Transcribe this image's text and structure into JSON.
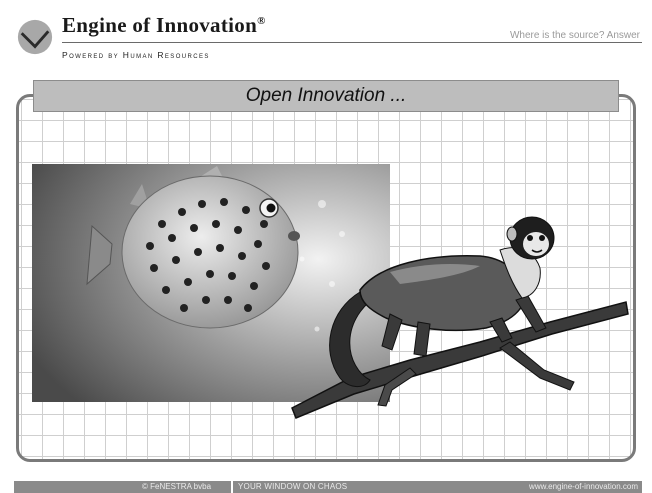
{
  "header": {
    "brand": "Engine of Innovation",
    "brand_mark": "®",
    "tagline": "Where is the source? Answer",
    "powered_by": "Powered by Human Resources"
  },
  "slide": {
    "title": "Open Innovation ..."
  },
  "images": {
    "photo": "pufferfish-photo",
    "clipart": "monkey-on-branch-clipart"
  },
  "footer": {
    "copyright": "© FeNESTRA bvba",
    "motto": "YOUR WINDOW ON CHAOS",
    "url": "www.engine-of-innovation.com"
  }
}
